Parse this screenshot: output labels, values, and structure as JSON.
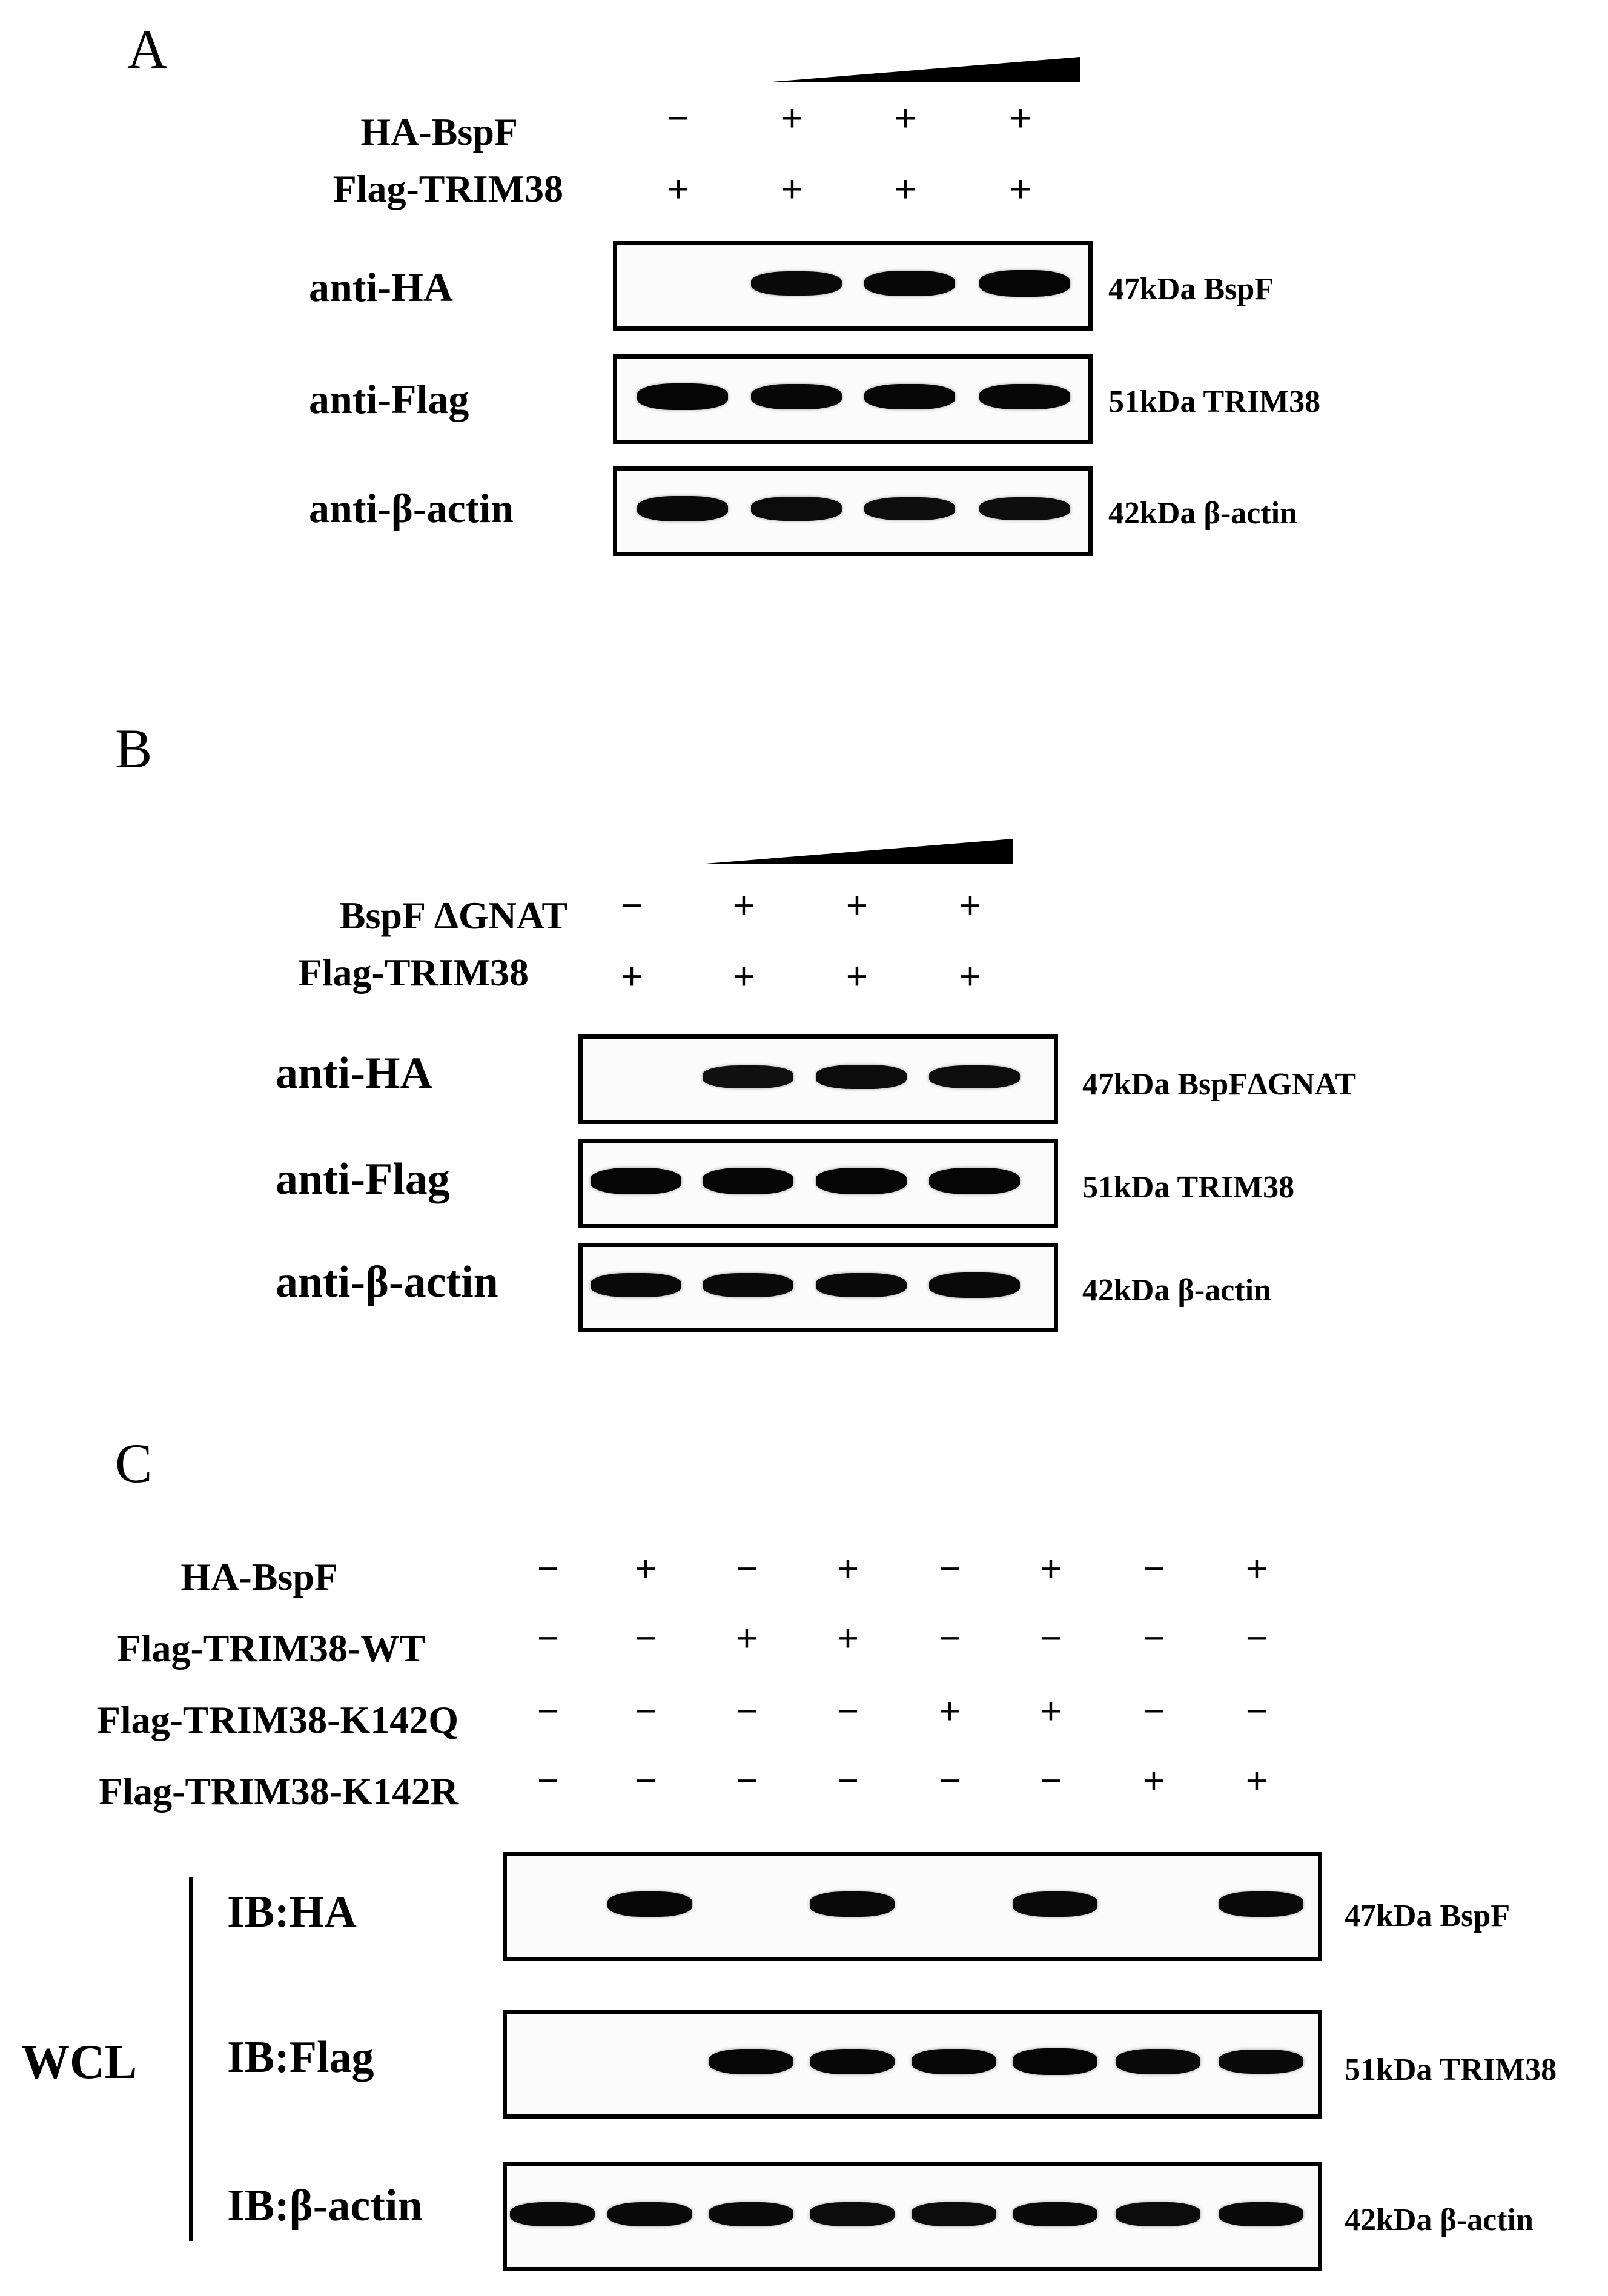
{
  "panels": [
    {
      "letter": "A",
      "wedge": true,
      "rows": [
        {
          "label": "HA-BspF",
          "marks": [
            "−",
            "+",
            "+",
            "+"
          ]
        },
        {
          "label": "Flag-TRIM38",
          "marks": [
            "+",
            "+",
            "+",
            "+"
          ]
        }
      ],
      "blots": [
        {
          "label": "anti-HA",
          "mw": "47kDa  BspF",
          "bands": [
            0,
            0.85,
            0.95,
            1.0
          ]
        },
        {
          "label": "anti-Flag",
          "mw": "51kDa  TRIM38",
          "bands": [
            1.0,
            0.95,
            0.95,
            0.95
          ]
        },
        {
          "label": "anti-β-actin",
          "mw": "42kDa  β-actin",
          "bands": [
            0.9,
            0.8,
            0.75,
            0.75
          ]
        }
      ]
    },
    {
      "letter": "B",
      "wedge": true,
      "rows": [
        {
          "label": "BspF ΔGNAT",
          "marks": [
            "−",
            "+",
            "+",
            "+"
          ]
        },
        {
          "label": "Flag-TRIM38",
          "marks": [
            "+",
            "+",
            "+",
            "+"
          ]
        }
      ],
      "blots": [
        {
          "label": "anti-HA",
          "mw": "47kDa BspFΔGNAT",
          "bands": [
            0,
            0.7,
            0.8,
            0.75
          ]
        },
        {
          "label": "anti-Flag",
          "mw": "51kDa  TRIM38",
          "bands": [
            1.0,
            1.0,
            1.0,
            1.0
          ]
        },
        {
          "label": "anti-β-actin",
          "mw": "42kDa  β-actin",
          "bands": [
            0.85,
            0.85,
            0.85,
            0.9
          ]
        }
      ]
    },
    {
      "letter": "C",
      "wedge": false,
      "rows": [
        {
          "label": "HA-BspF",
          "marks": [
            "−",
            "+",
            "−",
            "+",
            "−",
            "+",
            "−",
            "+"
          ]
        },
        {
          "label": "Flag-TRIM38-WT",
          "marks": [
            "−",
            "−",
            "+",
            "+",
            "−",
            "−",
            "−",
            "−"
          ]
        },
        {
          "label": "Flag-TRIM38-K142Q",
          "marks": [
            "−",
            "−",
            "−",
            "−",
            "+",
            "+",
            "−",
            "−"
          ]
        },
        {
          "label": "Flag-TRIM38-K142R",
          "marks": [
            "−",
            "−",
            "−",
            "−",
            "−",
            "−",
            "+",
            "+"
          ]
        }
      ],
      "group_label": "WCL",
      "blots": [
        {
          "label": "IB:HA",
          "mw": "47kDa  BspF",
          "bands": [
            0,
            0.95,
            0,
            0.9,
            0,
            0.9,
            0,
            0.9
          ]
        },
        {
          "label": "IB:Flag",
          "mw": "51kDa  TRIM38",
          "bands": [
            0,
            0,
            0.95,
            0.95,
            0.95,
            1.0,
            0.9,
            0.85
          ]
        },
        {
          "label": "IB:β-actin",
          "mw": "42kDa   β-actin",
          "bands": [
            0.85,
            0.85,
            0.85,
            0.8,
            0.8,
            0.85,
            0.8,
            0.85
          ]
        }
      ]
    }
  ]
}
